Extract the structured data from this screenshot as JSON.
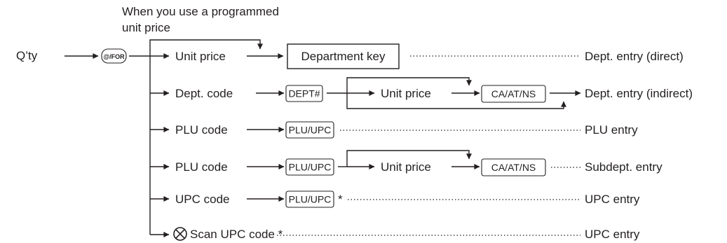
{
  "note": "When you use a programmed\nunit price",
  "qty": "Q’ty",
  "key_for": "@/FOR",
  "rows": [
    {
      "input": "Unit price",
      "key": "Department key",
      "result": "Dept. entry (direct)"
    },
    {
      "input": "Dept. code",
      "key": "DEPT#",
      "sub_input": "Unit price",
      "sub_key": "CA/AT/NS",
      "result": "Dept. entry (indirect)"
    },
    {
      "input": "PLU code",
      "key": "PLU/UPC",
      "result": "PLU entry"
    },
    {
      "input": "PLU code",
      "key": "PLU/UPC",
      "sub_input": "Unit price",
      "sub_key": "CA/AT/NS",
      "result": "Subdept. entry"
    },
    {
      "input": "UPC code",
      "key": "PLU/UPC",
      "asterisk": "*",
      "result": "UPC entry"
    },
    {
      "input": "Scan UPC code *",
      "icon": "scan-icon",
      "result": "UPC entry"
    }
  ]
}
